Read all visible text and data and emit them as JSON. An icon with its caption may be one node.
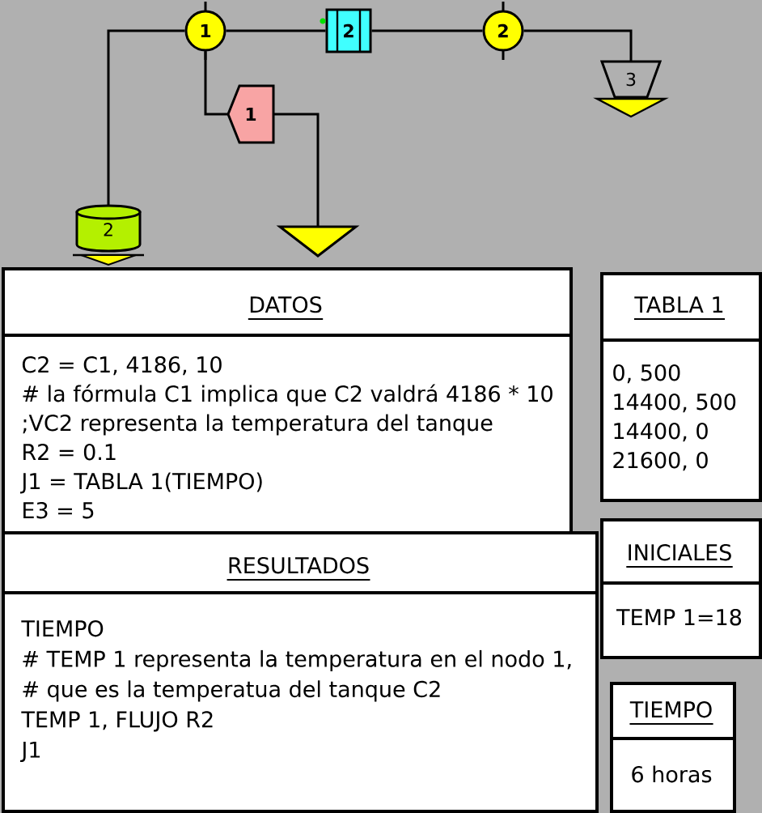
{
  "diagram": {
    "nodes": [
      {
        "text": [
          "1"
        ]
      },
      {
        "text": [
          "2"
        ]
      },
      {
        "text": [
          "2"
        ]
      },
      {
        "text": [
          "3"
        ]
      },
      {
        "text": [
          "1"
        ]
      },
      {
        "text": [
          "2"
        ]
      },
      {
        "text": [],
        "shape": "triangle"
      },
      {
        "text": [
          "DATOS",
          "C2 = C1, 4186, 10",
          "# la fórmula C1 implica que C2 valdrá 4186 * 10",
          ";VC2 representa la temperatura del tanque",
          "R2 = 0.1",
          "J1 = TABLA 1(TIEMPO)",
          "E3 = 5"
        ]
      },
      {
        "text": [
          "TABLA 1",
          "0, 500",
          "14400, 500",
          "14400, 0",
          "21600, 0"
        ]
      },
      {
        "text": [
          "INICIALES",
          "TEMP 1=18"
        ]
      },
      {
        "text": [
          "RESULTADOS",
          "TIEMPO",
          "# TEMP 1 representa la temperatura en el nodo 1,",
          "# que es la temperatua del tanque C2",
          "TEMP 1, FLUJO R2",
          "J1"
        ]
      },
      {
        "text": [
          "TIEMPO",
          "6 horas"
        ]
      }
    ],
    "edges": [
      {
        "from": 0,
        "to": 1,
        "arrow": "none"
      },
      {
        "from": 1,
        "to": 2,
        "arrow": "none"
      },
      {
        "from": 2,
        "to": 3,
        "arrow": "none"
      },
      {
        "from": 0,
        "to": 5,
        "arrow": "none"
      },
      {
        "from": 0,
        "to": 4,
        "arrow": "none"
      },
      {
        "from": 4,
        "to": 6,
        "arrow": "none"
      }
    ]
  }
}
